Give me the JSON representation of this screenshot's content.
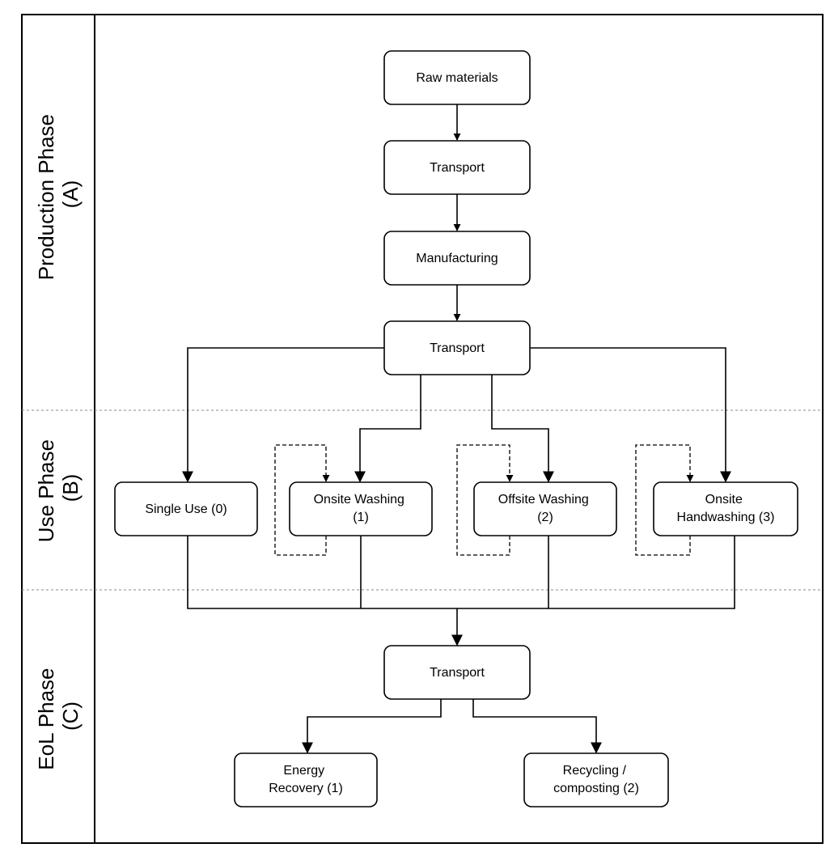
{
  "phases": {
    "production": [
      "Production Phase",
      "(A)"
    ],
    "use": [
      "Use Phase",
      "(B)"
    ],
    "eol": [
      "EoL Phase",
      "(C)"
    ]
  },
  "nodes": {
    "raw_materials": [
      "Raw materials"
    ],
    "transport_1": [
      "Transport"
    ],
    "manufacturing": [
      "Manufacturing"
    ],
    "transport_2": [
      "Transport"
    ],
    "single_use": [
      "Single Use (0)"
    ],
    "onsite_washing": [
      "Onsite Washing",
      "(1)"
    ],
    "offsite_washing": [
      "Offsite Washing",
      "(2)"
    ],
    "onsite_handwashing": [
      "Onsite",
      "Handwashing (3)"
    ],
    "transport_3": [
      "Transport"
    ],
    "energy_recovery": [
      "Energy",
      "Recovery (1)"
    ],
    "recycling_composting": [
      "Recycling /",
      "composting (2)"
    ]
  }
}
